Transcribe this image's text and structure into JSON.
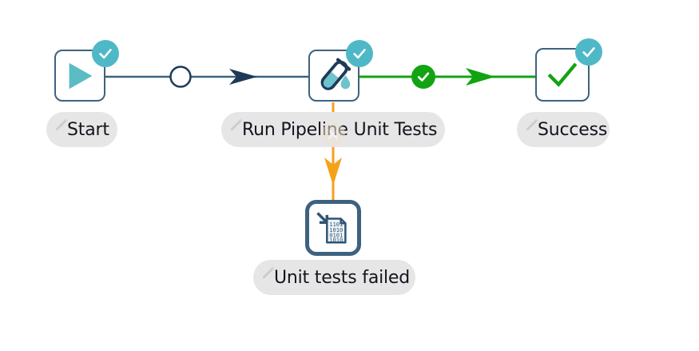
{
  "diagram": {
    "type": "pipeline-workflow",
    "background_color": "#ffffff",
    "nodes": [
      {
        "id": "start",
        "label": "Start",
        "icon": "play-icon",
        "status_badge": "check-badge",
        "badge_color": "#4fb8c6",
        "border_color": "#3d6280",
        "icon_color": "#5bbcc4"
      },
      {
        "id": "run-pipeline-unit-tests",
        "label": "Run Pipeline Unit Tests",
        "icon": "test-tube-icon",
        "status_badge": "check-badge",
        "badge_color": "#4fb8c6",
        "border_color": "#3d6280",
        "icon_color": "#1d3b57"
      },
      {
        "id": "success",
        "label": "Success",
        "icon": "checkmark-icon",
        "status_badge": "check-badge",
        "badge_color": "#4fb8c6",
        "border_color": "#3d6280",
        "icon_color": "#12a312"
      },
      {
        "id": "unit-tests-failed",
        "label": "Unit tests failed",
        "icon": "binary-document-icon",
        "status_badge": "none",
        "border_color": "#3d6280",
        "icon_color": "#3d6280"
      }
    ],
    "edges": [
      {
        "id": "start-to-run",
        "from": "start",
        "to": "run-pipeline-unit-tests",
        "color": "#3d6280",
        "marker": "circle-junction",
        "arrow": "arrowhead-dark"
      },
      {
        "id": "run-to-success",
        "from": "run-pipeline-unit-tests",
        "to": "success",
        "color": "#12a312",
        "badge": "success-check-badge",
        "arrow": "arrowhead-green"
      },
      {
        "id": "run-to-failed",
        "from": "run-pipeline-unit-tests",
        "to": "unit-tests-failed",
        "color": "#f5a11a",
        "badge": "failure-x-badge",
        "arrow": "arrowhead-orange"
      }
    ],
    "colors": {
      "node_border": "#3d6280",
      "teal_badge": "#4fb8c6",
      "success_green": "#12a312",
      "failure_orange": "#f5a11a",
      "label_pill": "#e6e6e6",
      "label_text": "#14141e",
      "edge_dark": "#3d6280"
    },
    "edit_icon_name": "pencil-edit-icon"
  }
}
